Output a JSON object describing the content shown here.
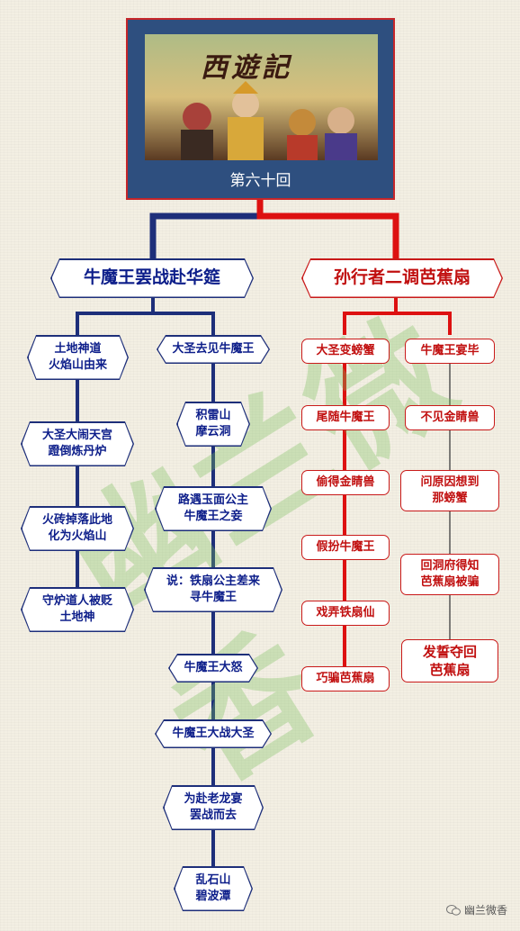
{
  "title_panel": {
    "logo_text": "西遊記",
    "chapter": "第六十回"
  },
  "branches": {
    "left": {
      "title": "牛魔王罢战赴华筵",
      "color": "#1e2f7a"
    },
    "right": {
      "title": "孙行者二调芭蕉扇",
      "color": "#c91a1a"
    }
  },
  "left_col_a": [
    "土地神道\n火焰山由来",
    "大圣大闹天宫\n蹬倒炼丹炉",
    "火砖掉落此地\n化为火焰山",
    "守炉道人被贬\n土地神"
  ],
  "left_col_b": [
    "大圣去见牛魔王",
    "积雷山\n摩云洞",
    "路遇玉面公主\n牛魔王之妾",
    "说：铁扇公主差来\n寻牛魔王",
    "牛魔王大怒",
    "牛魔王大战大圣",
    "为赴老龙宴\n罢战而去",
    "乱石山\n碧波潭"
  ],
  "right_col_a": [
    "大圣变螃蟹",
    "尾随牛魔王",
    "偷得金睛兽",
    "假扮牛魔王",
    "戏弄铁扇仙",
    "巧骗芭蕉扇"
  ],
  "right_col_b": [
    "牛魔王宴毕",
    "不见金睛兽",
    "问原因想到\n那螃蟹",
    "回洞府得知\n芭蕉扇被骗",
    "发誓夺回\n芭蕉扇"
  ],
  "watermark": "幽兰微香",
  "footer": {
    "brand": "幽兰微香"
  }
}
